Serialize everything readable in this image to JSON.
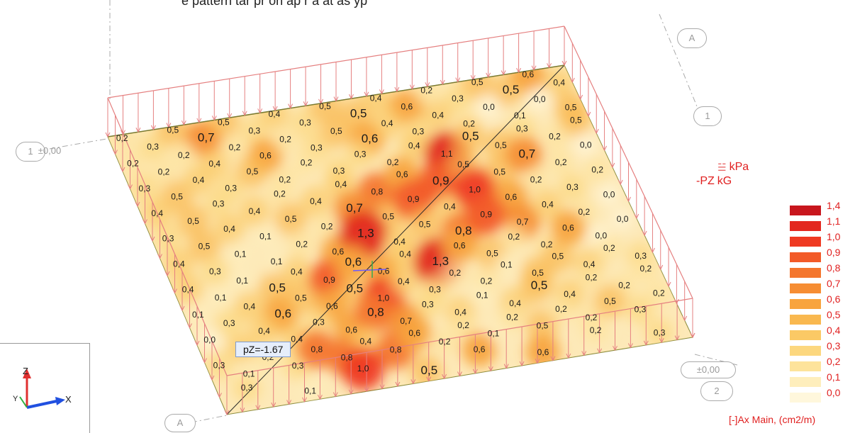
{
  "title_fragment": "e pattern   tar  pr  on  ap    r   a   at  as     yp",
  "units": {
    "pressure_symbol": "☱",
    "pressure_unit": "kPa",
    "load_label": "-PZ",
    "load_unit": "kG"
  },
  "legend": {
    "title": "[-]Ax Main, (cm2/m)",
    "steps": [
      {
        "value": "1,4",
        "color": "#c8161d"
      },
      {
        "value": "1,1",
        "color": "#e3281f"
      },
      {
        "value": "1,0",
        "color": "#ef3a22"
      },
      {
        "value": "0,9",
        "color": "#f25a28"
      },
      {
        "value": "0,8",
        "color": "#f4762e"
      },
      {
        "value": "0,7",
        "color": "#f68d33"
      },
      {
        "value": "0,6",
        "color": "#f8a43e"
      },
      {
        "value": "0,5",
        "color": "#f9b84f"
      },
      {
        "value": "0,4",
        "color": "#fbc965"
      },
      {
        "value": "0,3",
        "color": "#fcd77e"
      },
      {
        "value": "0,2",
        "color": "#fde39b"
      },
      {
        "value": "0,1",
        "color": "#feeebc"
      },
      {
        "value": "0,0",
        "color": "#fff7dc"
      }
    ]
  },
  "tooltip": "pZ=-1.67",
  "axes": {
    "z": "Z",
    "x": "X",
    "y": "Y"
  },
  "grid_tags": {
    "a_top": "A",
    "one_right": "1",
    "one_left": "1",
    "level_left": "±0,00",
    "level_right": "±0,00",
    "two_right": "2",
    "a_bottom": "A"
  },
  "plate_values": [
    [
      "0,2",
      "0,3",
      "0,5",
      "0,7",
      "0,5",
      "0,3",
      "0,4",
      "0,3",
      "0,5",
      "0,5",
      "0,4",
      "0,6",
      "0,2",
      "0,3",
      "0,5",
      "0,5",
      "0,6",
      "0,4"
    ],
    [
      "0,2",
      "0,2",
      "0,2",
      "0,4",
      "0,2",
      "0,6",
      "0,2",
      "0,3",
      "0,5",
      "0,6",
      "0,4",
      "0,3",
      "0,4",
      "0,2",
      "0,0",
      "0,1",
      "0,0",
      "0,5"
    ],
    [
      "0,3",
      "0,5",
      "0,4",
      "0,3",
      "0,5",
      "0,2",
      "0,2",
      "0,3",
      "0,3",
      "0,2",
      "0,4",
      "1,1",
      "0,5",
      "0,5",
      "0,3",
      "0,2",
      "0,5"
    ],
    [
      "0,4",
      "0,5",
      "0,3",
      "0,4",
      "0,2",
      "0,4",
      "0,4",
      "0,8",
      "0,6",
      "0,9",
      "0,5",
      "0,5",
      "0,7",
      "0,2",
      "0,0"
    ],
    [
      "0,3",
      "0,5",
      "0,4",
      "0,1",
      "0,5",
      "0,2",
      "0,7",
      "0,5",
      "0,9",
      "0,4",
      "1,0",
      "0,6",
      "0,2",
      "0,3",
      "0,2"
    ],
    [
      "0,4",
      "0,3",
      "0,1",
      "0,1",
      "0,2",
      "0,6",
      "1,3",
      "0,4",
      "0,5",
      "0,8",
      "0,9",
      "0,7",
      "0,4",
      "0,2",
      "0,0"
    ],
    [
      "0,4",
      "0,1",
      "0,1",
      "0,5",
      "0,4",
      "0,9",
      "0,6",
      "0,6",
      "0,4",
      "1,3",
      "0,6",
      "0,5",
      "0,2",
      "0,2",
      "0,6",
      "0,0",
      "0,0"
    ],
    [
      "0,1",
      "0,3",
      "0,4",
      "0,6",
      "0,5",
      "0,6",
      "0,5",
      "1,0",
      "0,4",
      "0,3",
      "0,2",
      "0,2",
      "0,1",
      "0,5",
      "0,5",
      "0,4",
      "0,2",
      "0,3"
    ],
    [
      "0,0",
      "0,4",
      "0,4",
      "0,4",
      "0,3",
      "0,6",
      "0,8",
      "0,7",
      "0,3",
      "0,4",
      "0,1",
      "0,4",
      "0,5",
      "0,4",
      "0,2",
      "0,2",
      "0,2"
    ],
    [
      "0,3",
      "0,1",
      "0,2",
      "0,3",
      "0,8",
      "0,8",
      "0,4",
      "0,8",
      "0,6",
      "0,2",
      "0,2",
      "0,1",
      "0,2",
      "0,5",
      "0,2",
      "0,2",
      "0,5",
      "0,3",
      "0,2"
    ],
    [
      "0,3",
      "0,1",
      "1,0",
      "0,5",
      "0,6",
      "0,6",
      "0,2",
      "0,3"
    ]
  ]
}
